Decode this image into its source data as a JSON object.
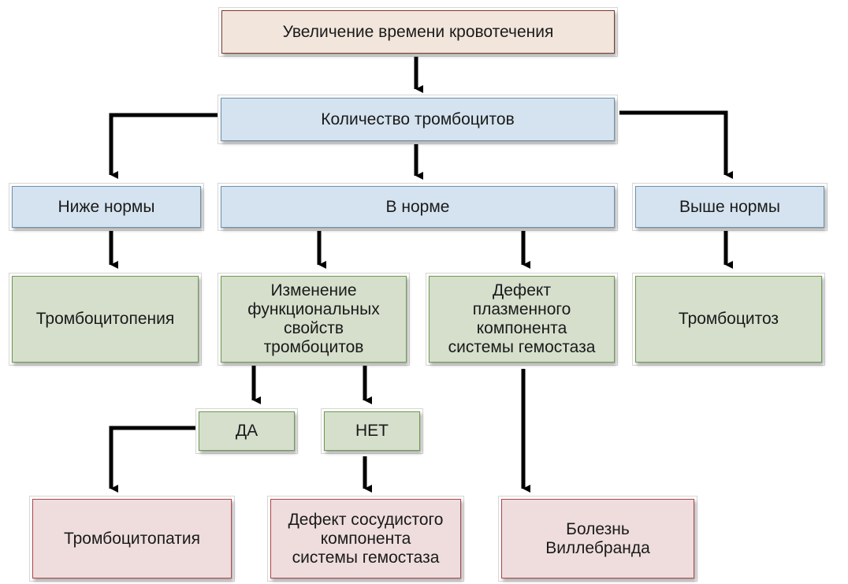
{
  "diagram": {
    "top": "Увеличение времени кровотечения",
    "platelets": "Количество тромбоцитов",
    "below_normal": "Ниже нормы",
    "normal": "В норме",
    "above_normal": "Выше нормы",
    "thrombocytopenia": "Тромбоцитопения",
    "functional_change": "Изменение\nфункциональных\nсвойств\nтромбоцитов",
    "plasma_defect": "Дефект\nплазменного\nкомпонента\nсистемы гемостаза",
    "thrombocytosis": "Тромбоцитоз",
    "yes": "ДА",
    "no": "НЕТ",
    "thrombocytopathy": "Тромбоцитопатия",
    "vascular_defect": "Дефект сосудистого\nкомпонента\nсистемы гемостаза",
    "von_willebrand": "Болезнь\nВиллебранда"
  },
  "colors": {
    "top_fill": "#f2e6dc",
    "level_fill": "#d4e3ef",
    "result_fill": "#d5dfcc",
    "diagnosis_fill": "#efdddd",
    "arrow": "#000000"
  }
}
